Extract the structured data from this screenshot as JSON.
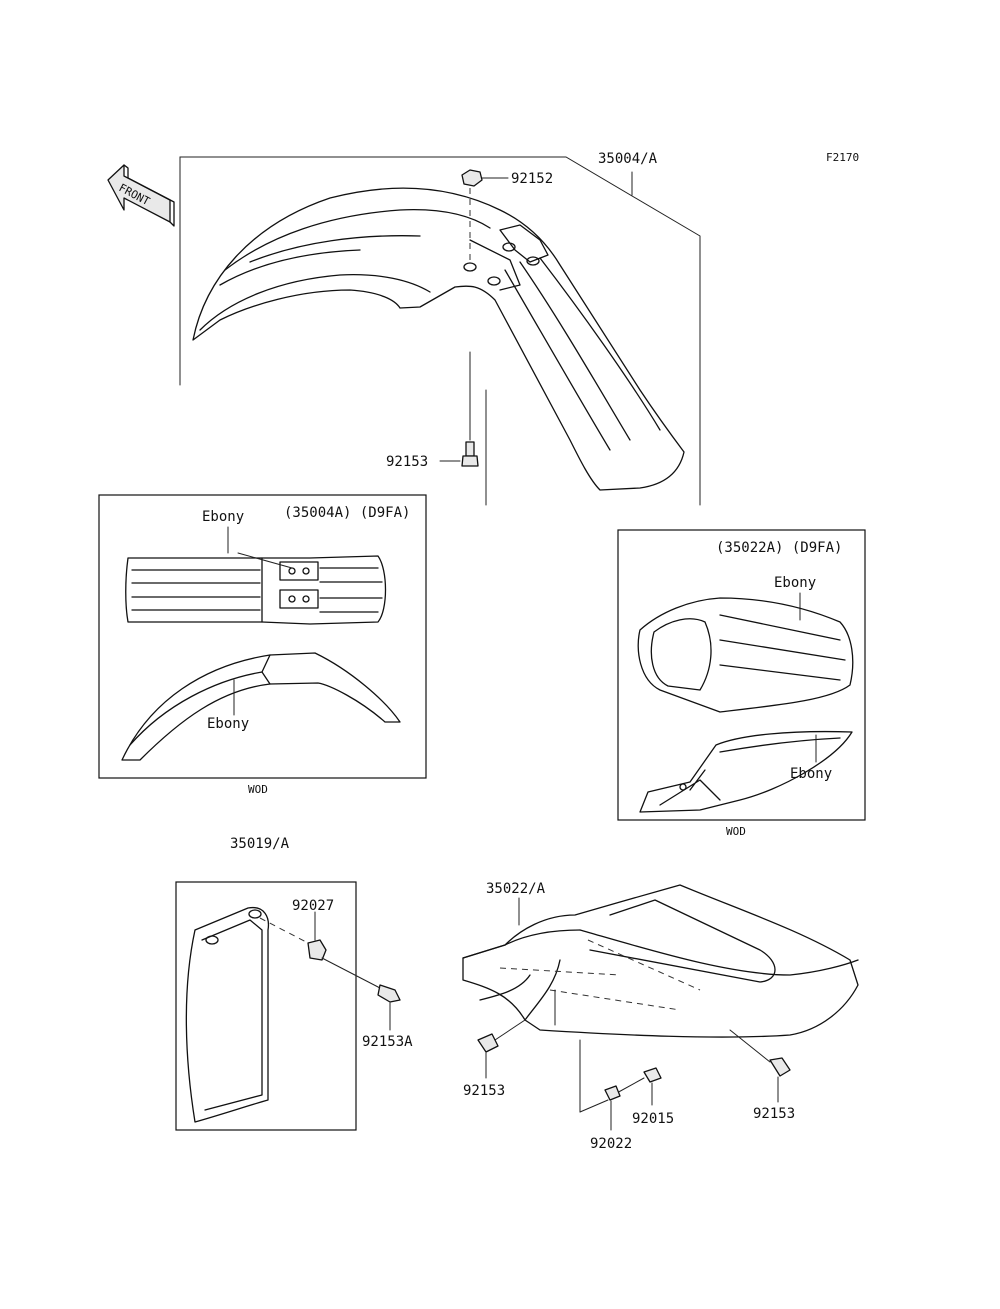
{
  "figure_code": "F2170",
  "front_label": "FRONT",
  "front_fender": {
    "part": "35004/A",
    "bolt_top": "92152",
    "bolt_bottom": "92153"
  },
  "front_variant": {
    "code": "(35004A) (D9FA)",
    "color_top": "Ebony",
    "color_side": "Ebony",
    "region": "WOD"
  },
  "rear_variant": {
    "code": "(35022A) (D9FA)",
    "color_top": "Ebony",
    "color_side": "Ebony",
    "region": "WOD"
  },
  "side_cover": {
    "part": "35019/A",
    "collar": "92027",
    "bolt": "92153A"
  },
  "rear_fender": {
    "part": "35022/A",
    "bolt_left": "92153",
    "bolt_right": "92153",
    "nut": "92015",
    "washer": "92022"
  }
}
